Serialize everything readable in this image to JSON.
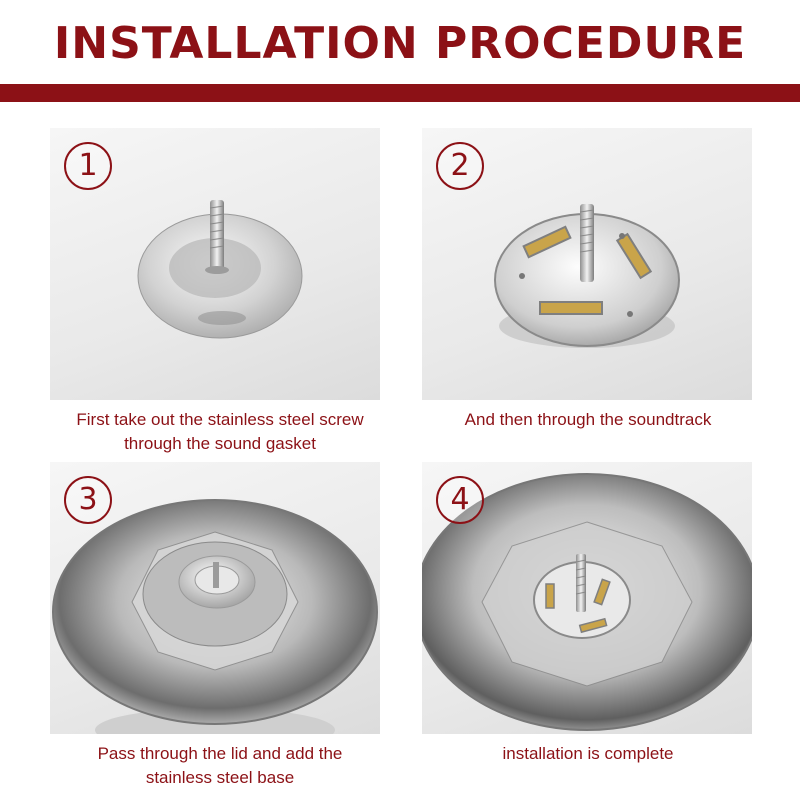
{
  "header": {
    "title": "INSTALLATION PROCEDURE"
  },
  "colors": {
    "accent": "#8c1116",
    "panel_bg": "#e9e9e9"
  },
  "steps": [
    {
      "number": "1",
      "caption_line1": "First take out the stainless steel screw",
      "caption_line2": "through the sound gasket"
    },
    {
      "number": "2",
      "caption_line1": "And then through the soundtrack",
      "caption_line2": ""
    },
    {
      "number": "3",
      "caption_line1": "Pass through the lid and add the",
      "caption_line2": "stainless steel base"
    },
    {
      "number": "4",
      "caption_line1": "installation is complete",
      "caption_line2": ""
    }
  ]
}
